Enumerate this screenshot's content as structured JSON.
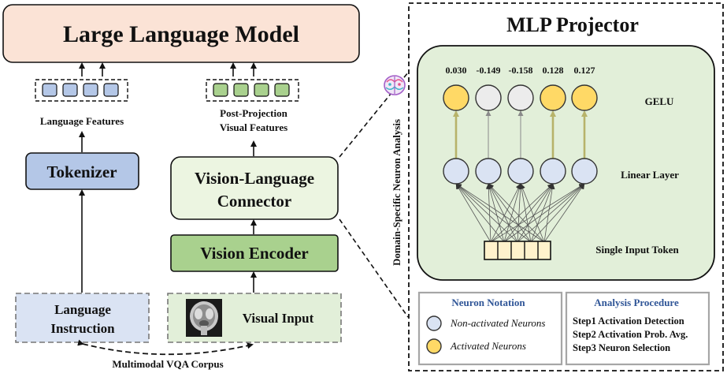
{
  "left": {
    "llm_title": "Large Language Model",
    "language_features": "Language Features",
    "post_projection": [
      "Post-Projection",
      "Visual Features"
    ],
    "tokenizer": "Tokenizer",
    "connector": [
      "Vision-Language",
      "Connector"
    ],
    "vision_encoder": "Vision Encoder",
    "language_instruction": [
      "Language",
      "Instruction"
    ],
    "visual_input": "Visual Input",
    "corpus": "Multimodal  VQA Corpus"
  },
  "side_label": "Domain-Specific  Neuron Analysis",
  "mlp": {
    "title": "MLP Projector",
    "activation_values": [
      "0.030",
      "-0.149",
      "-0.158",
      "0.128",
      "0.127"
    ],
    "activated": [
      true,
      false,
      false,
      true,
      true
    ],
    "gelu_label": "GELU",
    "linear_label": "Linear  Layer",
    "input_label": "Single  Input  Token"
  },
  "legend": {
    "title": "Neuron Notation",
    "non_activated": "Non-activated Neurons",
    "activated": "Activated Neurons"
  },
  "procedure": {
    "title": "Analysis Procedure",
    "steps": [
      "Step1 Activation Detection",
      "Step2 Activation Prob. Avg.",
      "Step3 Neuron Selection"
    ]
  },
  "colors": {
    "llm_fill": "#fbe3d6",
    "tokenizer_fill": "#b4c7e7",
    "connector_fill": "#ecf5e1",
    "encoder_fill": "#a9d18e",
    "instruction_fill": "#dae3f3",
    "visual_input_fill": "#e2efd9",
    "mlp_panel_fill": "#e2efd9",
    "activated_fill": "#ffd966",
    "non_activated_fill": "#ececec",
    "linear_fill": "#dae3f3"
  }
}
